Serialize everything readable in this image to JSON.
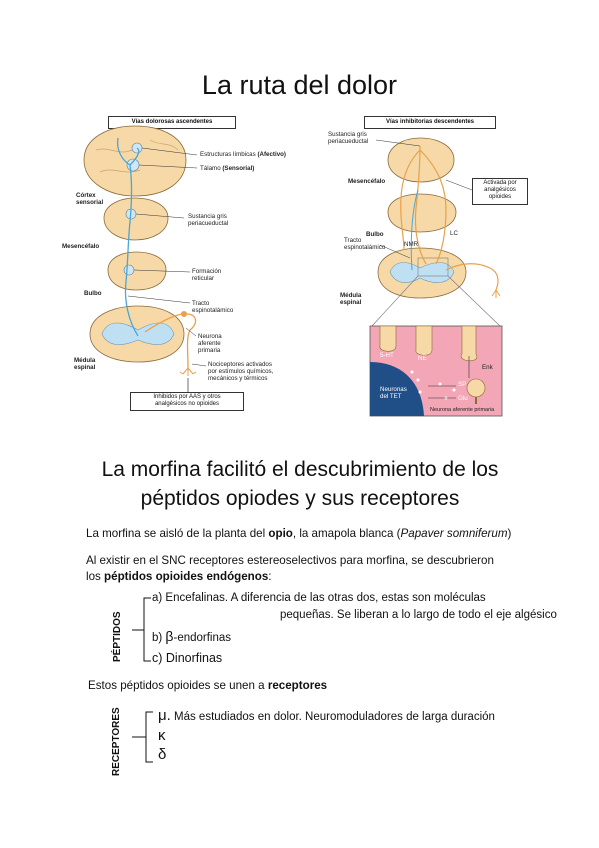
{
  "title": "La ruta del dolor",
  "left_diagram": {
    "header": "Vías dolorosas ascendentes",
    "labels": {
      "limbic": "Estructuras límbicas",
      "limbic_tag": "(Afectivo)",
      "thalamus": "Tálamo",
      "thalamus_tag": "(Sensorial)",
      "cortex": "Córtex sensorial",
      "pag_1": "Sustancia gris",
      "pag_2": "periacueductal",
      "midbrain": "Mesencéfalo",
      "reticular_1": "Formación",
      "reticular_2": "reticular",
      "bulb": "Bulbo",
      "tract_1": "Tracto",
      "tract_2": "espinotalámico",
      "neuron_1": "Neurona",
      "neuron_2": "aferente",
      "neuron_3": "primaria",
      "spinal_1": "Médula",
      "spinal_2": "espinal",
      "noci_1": "Nociceptores activados",
      "noci_2": "por estímulos químicos,",
      "noci_3": "mecánicos y térmicos",
      "inhib_1": "Inhibidos por AAS y otros",
      "inhib_2": "analgésicos no opioides"
    }
  },
  "right_diagram": {
    "header": "Vías inhibitorias descendentes",
    "labels": {
      "pag_1": "Sustancia gris",
      "pag_2": "periacueductal",
      "midbrain": "Mesencéfalo",
      "activated_1": "Activada por",
      "activated_2": "analgésicos",
      "activated_3": "opioides",
      "lc": "LC",
      "bulb": "Bulbo",
      "nmr": "NMR",
      "tract_1": "Tracto",
      "tract_2": "espinotalámico",
      "spinal_1": "Médula",
      "spinal_2": "espinal",
      "ht": "5-HT",
      "ne": "NE",
      "enk": "Enk",
      "sp": "SP",
      "glu": "Glu",
      "tet_1": "Neuronas",
      "tet_2": "del TET",
      "afferent": "Neurona aferente primaria"
    }
  },
  "section_title_line1": "La morfina facilitó el descubrimiento de los",
  "section_title_line2": "péptidos opiodes y sus receptores",
  "para1": {
    "pre": "La morfina se aisló de la planta del ",
    "bold": "opio",
    "mid": ", la amapola blanca (",
    "italic": "Papaver somniferum",
    "post": ")"
  },
  "para2": {
    "line1": "Al existir en el SNC receptores estereoselectivos para morfina, se descubrieron",
    "line2_pre": "los ",
    "line2_bold": "péptidos opioides endógenos",
    "line2_post": ":"
  },
  "peptides": {
    "label": "PÉPTIDOS",
    "a_line1": "a) Encefalinas. A diferencia de las otras dos, estas son moléculas",
    "a_line2": "pequeñas. Se liberan a lo largo de todo el eje algésico",
    "b_pre": "b) ",
    "b_symbol": "β",
    "b_post": "-endorfinas",
    "c": "c) Dinorfinas"
  },
  "para3": {
    "pre": "Estos péptidos opioides se unen a ",
    "bold": "receptores"
  },
  "receptors": {
    "label": "RECEPTORES",
    "mu_symbol": "μ.",
    "mu_text": " Más estudiados en dolor. Neuromoduladores de larga duración",
    "kappa": "κ",
    "delta": "δ"
  },
  "colors": {
    "brain": "#f6d9a6",
    "brain_stroke": "#8a6a3c",
    "ascending_path": "#4aa6d8",
    "descending_path": "#e8a14a",
    "spinal_gray": "#bfe0f2",
    "inset_bg": "#f2a6b6",
    "inset_dark": "#1f4f86"
  }
}
